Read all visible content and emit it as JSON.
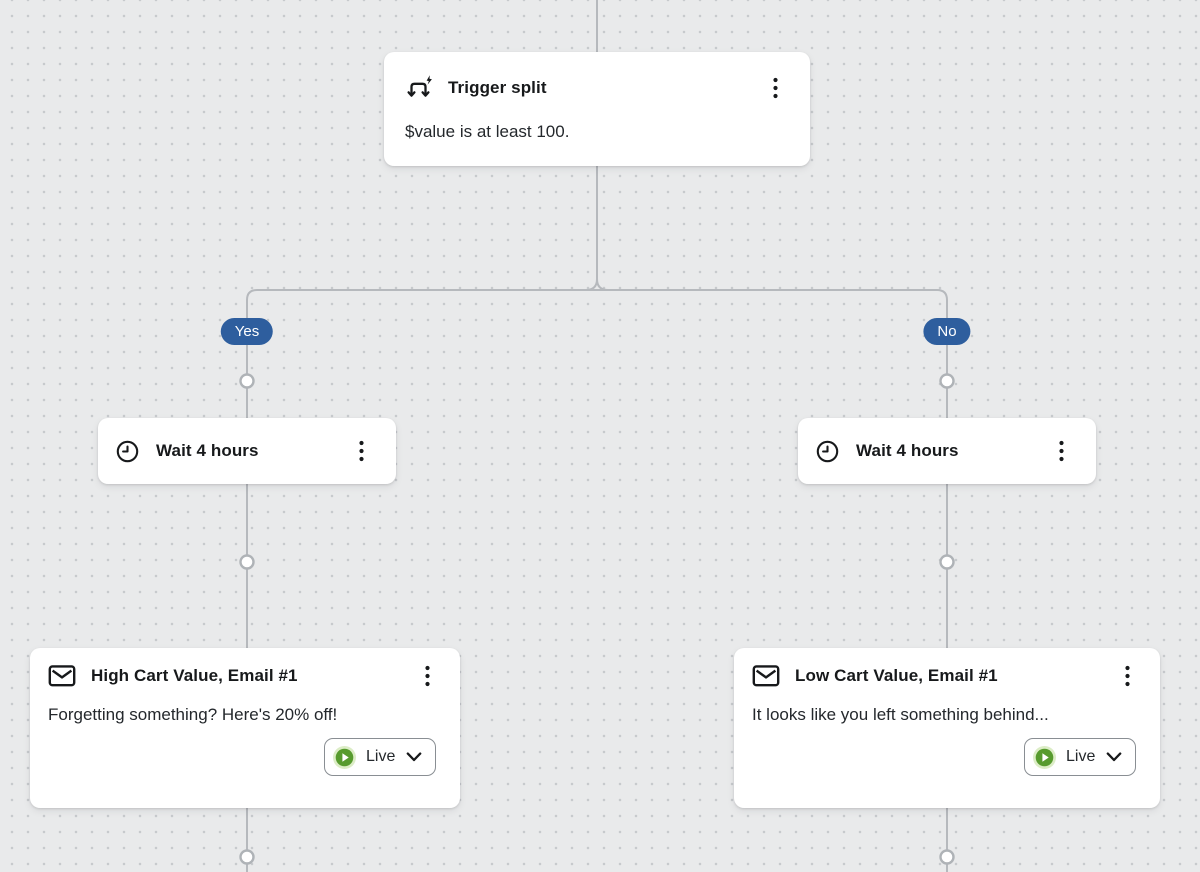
{
  "colors": {
    "canvas_bg": "#e9eaeb",
    "grid_dot": "#c7cacd",
    "connector": "#b6b9bd",
    "node_ring": "#afb3b7",
    "branch_pill_bg": "#2e5e9e",
    "branch_pill_text": "#ffffff",
    "card_bg": "#ffffff",
    "title_text": "#17191b",
    "body_text": "#24282c",
    "live_green": "#579b2e",
    "live_halo": "#dcedc6",
    "button_border": "#898e93"
  },
  "flow": {
    "trigger": {
      "icon": "trigger-split-icon",
      "title": "Trigger split",
      "condition": "$value is at least 100.",
      "menu_icon": "kebab-menu-icon"
    },
    "branch_labels": {
      "yes": "Yes",
      "no": "No"
    },
    "left": {
      "wait": {
        "icon": "clock-icon",
        "title": "Wait 4 hours",
        "menu_icon": "kebab-menu-icon"
      },
      "email": {
        "icon": "envelope-icon",
        "title": "High Cart Value, Email #1",
        "subject": "Forgetting something? Here's 20% off!",
        "status": {
          "icon": "live-status-icon",
          "label": "Live",
          "chevron": "chevron-down-icon"
        },
        "menu_icon": "kebab-menu-icon"
      }
    },
    "right": {
      "wait": {
        "icon": "clock-icon",
        "title": "Wait 4 hours",
        "menu_icon": "kebab-menu-icon"
      },
      "email": {
        "icon": "envelope-icon",
        "title": "Low Cart Value, Email #1",
        "subject": "It looks like you left something behind...",
        "status": {
          "icon": "live-status-icon",
          "label": "Live",
          "chevron": "chevron-down-icon"
        },
        "menu_icon": "kebab-menu-icon"
      }
    }
  }
}
